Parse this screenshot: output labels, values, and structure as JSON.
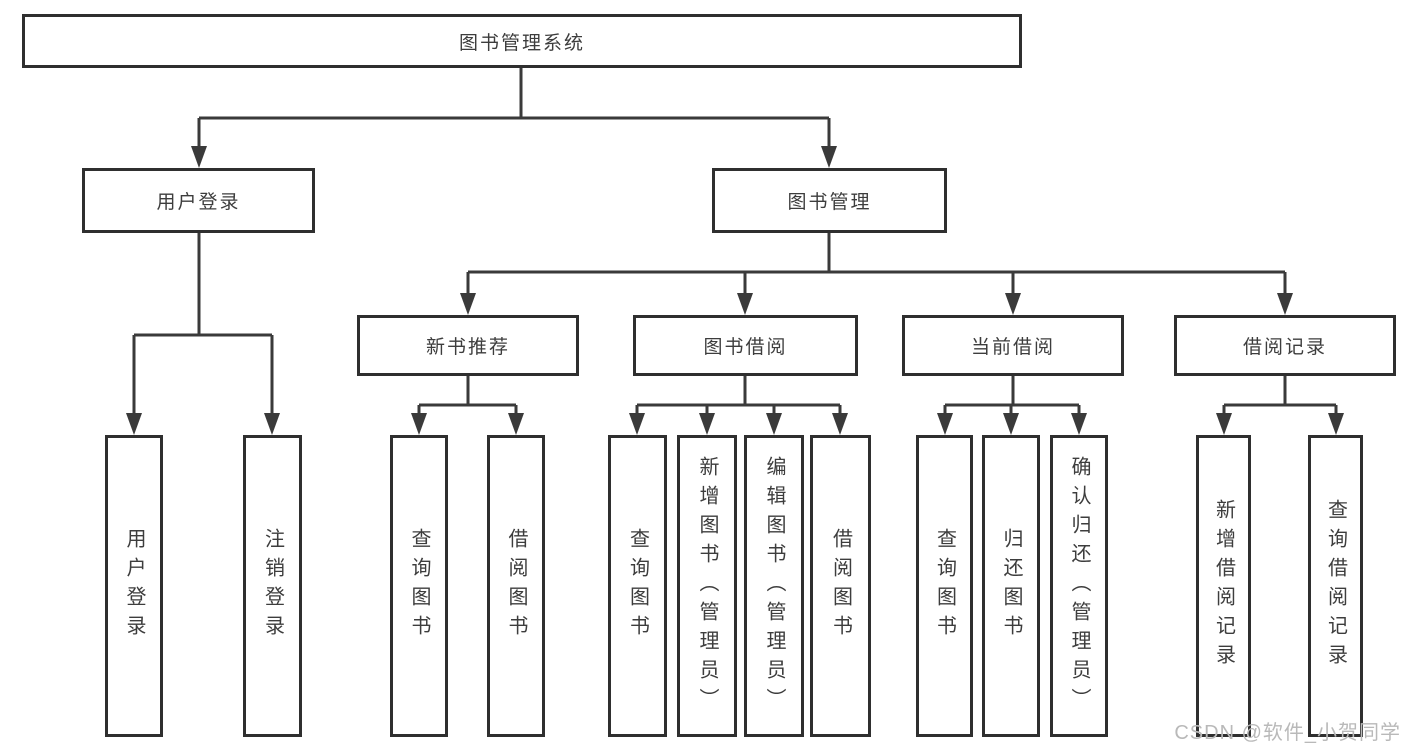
{
  "diagram": {
    "title": "图书管理系统",
    "type": "hierarchy-tree",
    "colors": {
      "border": "#2f2f2f",
      "line": "#3a3a3a",
      "text": "#3d3d3d",
      "background": "#ffffff",
      "watermark": "#b9b9b9"
    }
  },
  "tree": {
    "root": {
      "label": "图书管理系统"
    },
    "children": [
      {
        "label": "用户登录",
        "children": [
          {
            "label": "用户登录"
          },
          {
            "label": "注销登录"
          }
        ]
      },
      {
        "label": "图书管理",
        "children": [
          {
            "label": "新书推荐",
            "children": [
              {
                "label": "查询图书"
              },
              {
                "label": "借阅图书"
              }
            ]
          },
          {
            "label": "图书借阅",
            "children": [
              {
                "label": "查询图书"
              },
              {
                "label": "新增图书（管理员）"
              },
              {
                "label": "编辑图书（管理员）"
              },
              {
                "label": "借阅图书"
              }
            ]
          },
          {
            "label": "当前借阅",
            "children": [
              {
                "label": "查询图书"
              },
              {
                "label": "归还图书"
              },
              {
                "label": "确认归还（管理员）"
              }
            ]
          },
          {
            "label": "借阅记录",
            "children": [
              {
                "label": "新增借阅记录"
              },
              {
                "label": "查询借阅记录"
              }
            ]
          }
        ]
      }
    ]
  },
  "watermark": {
    "text": "CSDN @软件_小贺同学"
  }
}
